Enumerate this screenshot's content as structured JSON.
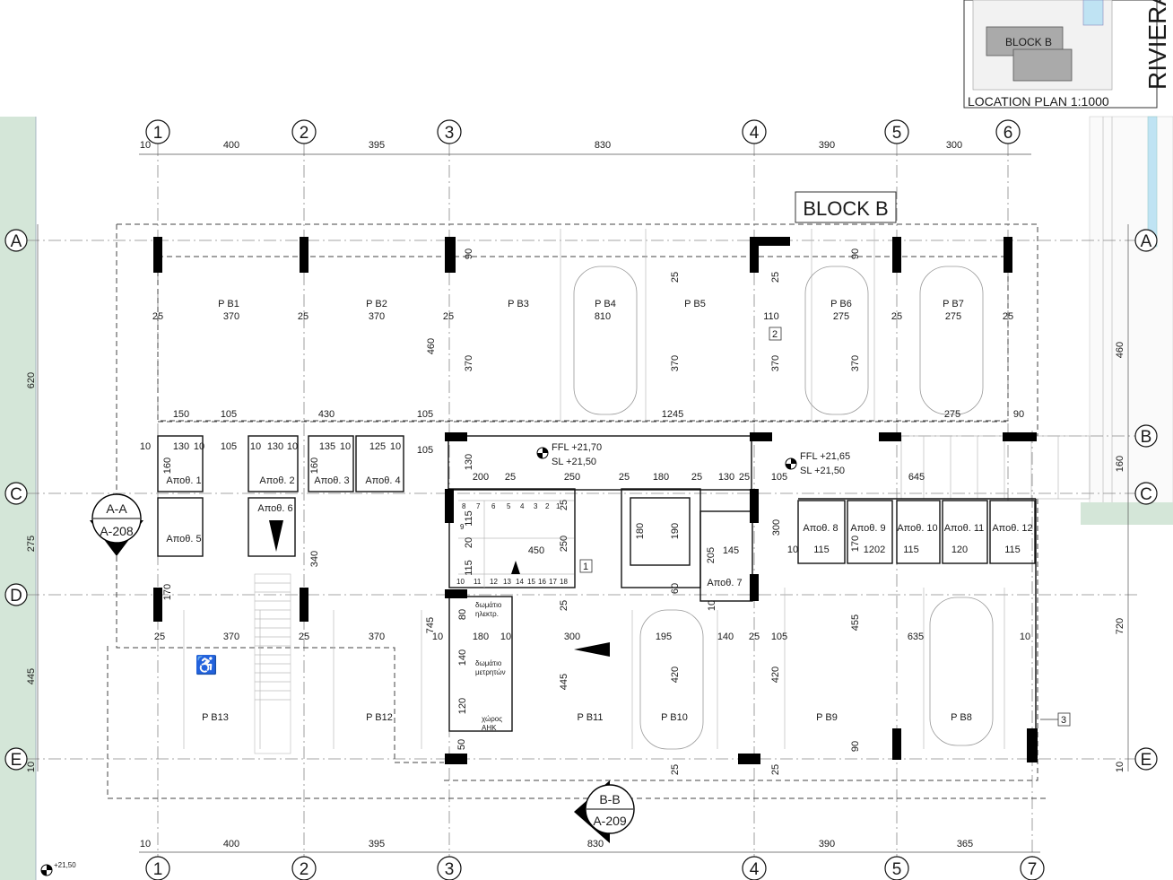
{
  "title": "BLOCK B",
  "vertical_title": "RIVIERA RESIDENCE \"IRI",
  "location_plan": {
    "block_label": "BLOCK B",
    "caption": "LOCATION PLAN 1:1000"
  },
  "grid_axes": {
    "top": [
      "1",
      "2",
      "3",
      "4",
      "5",
      "6"
    ],
    "bottom": [
      "1",
      "2",
      "3",
      "4",
      "5",
      "7"
    ],
    "rows": [
      "A",
      "B",
      "C",
      "D",
      "E"
    ]
  },
  "top_dimensions": [
    "10",
    "400",
    "395",
    "830",
    "390",
    "300"
  ],
  "bottom_dimensions": [
    "10",
    "400",
    "395",
    "830",
    "390",
    "365"
  ],
  "left_dimensions": [
    "620",
    "275",
    "445",
    "10"
  ],
  "right_dimensions": [
    "460",
    "160",
    "720",
    "10"
  ],
  "parking_top": [
    {
      "name": "P B1",
      "width": "370"
    },
    {
      "name": "P B2",
      "width": "370"
    },
    {
      "name": "P B3",
      "width": ""
    },
    {
      "name": "P B4",
      "width": "810"
    },
    {
      "name": "P B5",
      "width": ""
    },
    {
      "name": "P B6",
      "width": "275"
    },
    {
      "name": "P B7",
      "width": "275"
    }
  ],
  "parking_bottom": [
    "P B13",
    "P B12",
    "P B11",
    "P B10",
    "P B9",
    "P B8"
  ],
  "storage_rooms": [
    "Αποθ. 1",
    "Αποθ. 2",
    "Αποθ. 3",
    "Αποθ. 4",
    "Αποθ. 5",
    "Αποθ. 6",
    "Αποθ. 7",
    "Αποθ. 8",
    "Αποθ. 9",
    "Αποθ. 10",
    "Αποθ. 11",
    "Αποθ. 12"
  ],
  "service_rooms": {
    "electrical": [
      "δωμάτιο",
      "ηλεκτρ."
    ],
    "meters": [
      "δωμάτιο",
      "μετρητών"
    ],
    "ahk": [
      "χώρος",
      "ΑΗΚ"
    ]
  },
  "levels": {
    "left": {
      "ffl": "FFL +21,70",
      "sl": "SL   +21,50"
    },
    "right": {
      "ffl": "FFL +21,65",
      "sl": "SL   +21,50"
    },
    "corner": "+21,50"
  },
  "sections": {
    "aa": {
      "name": "A-A",
      "sheet": "A-208"
    },
    "bb": {
      "name": "B-B",
      "sheet": "A-209"
    }
  },
  "markers": [
    "2",
    "1",
    "3"
  ],
  "stair_numbers": [
    "8",
    "7",
    "6",
    "5",
    "4",
    "3",
    "2",
    "1",
    "9",
    "10",
    "11",
    "12",
    "13",
    "14",
    "15",
    "16",
    "17",
    "18"
  ],
  "dims_row1": [
    "25",
    "370",
    "25",
    "370",
    "25",
    "110",
    "25",
    "25"
  ],
  "dims_row2": [
    "150",
    "105",
    "430",
    "105",
    "1245",
    "275",
    "90"
  ],
  "dims_row3": [
    "10",
    "130",
    "10",
    "105",
    "10",
    "130",
    "10",
    "135",
    "10",
    "125",
    "10",
    "105"
  ],
  "dims_row4": [
    "200",
    "25",
    "250",
    "25",
    "180",
    "25",
    "130",
    "25",
    "105",
    "645"
  ],
  "dims_row5": [
    "25",
    "370",
    "25",
    "370",
    "10",
    "180",
    "10",
    "300",
    "195",
    "140",
    "25",
    "105",
    "635",
    "10"
  ],
  "dims_misc": [
    "460",
    "370",
    "370",
    "370",
    "370",
    "90",
    "90",
    "25",
    "25",
    "160",
    "160",
    "170",
    "340",
    "300",
    "455",
    "420",
    "420",
    "445",
    "745",
    "450",
    "250",
    "25",
    "115",
    "20",
    "115",
    "130",
    "180",
    "190",
    "205",
    "145",
    "60",
    "10",
    "80",
    "140",
    "120",
    "50",
    "25",
    "90",
    "25",
    "25",
    "115",
    "120",
    "115",
    "115",
    "170",
    "1202",
    "10"
  ]
}
